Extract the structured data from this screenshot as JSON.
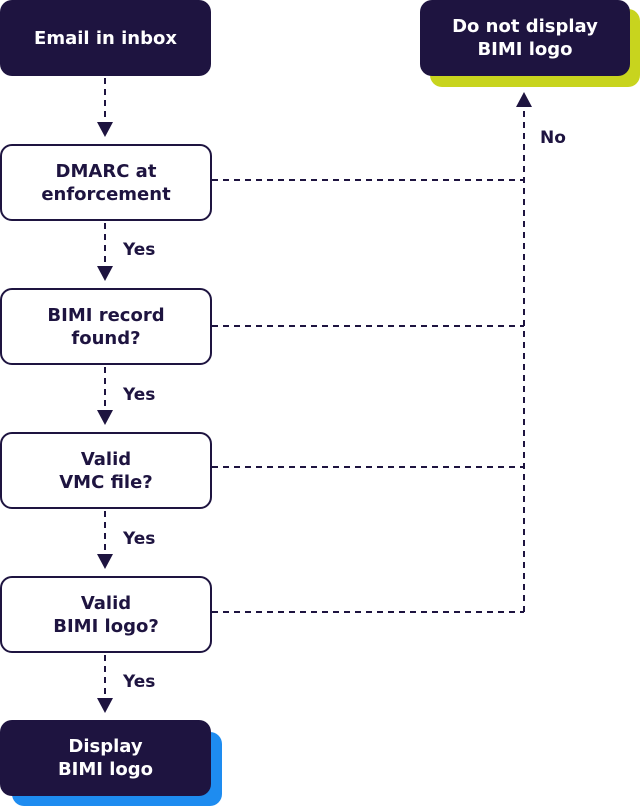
{
  "nodes": {
    "start": "Email in inbox",
    "dmarc": "DMARC at\nenforcement",
    "bimi_record": "BIMI record\nfound?",
    "vmc": "Valid\nVMC file?",
    "logo": "Valid\nBIMI logo?",
    "display": "Display\nBIMI logo",
    "no_display": "Do not display\nBIMI logo"
  },
  "labels": {
    "yes_1": "Yes",
    "yes_2": "Yes",
    "yes_3": "Yes",
    "yes_4": "Yes",
    "no": "No"
  },
  "colors": {
    "ink": "#1e1440",
    "display_shadow": "#1e8cf0",
    "no_display_shadow": "#c8d41e"
  }
}
